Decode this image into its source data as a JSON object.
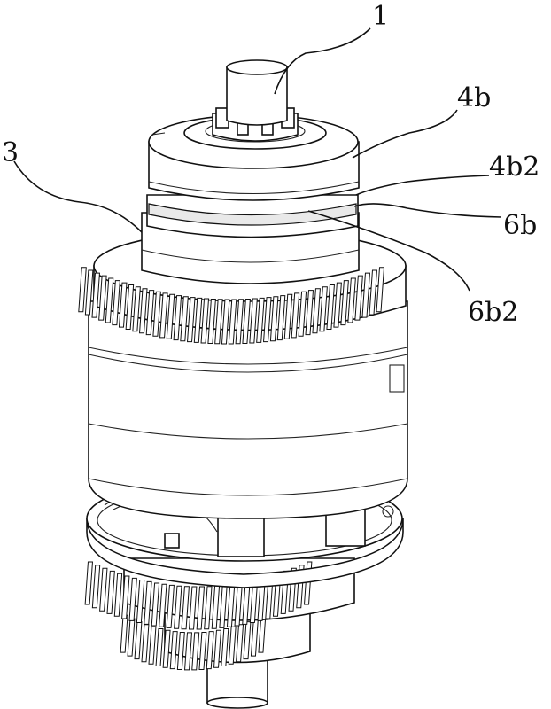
{
  "figure": {
    "callouts": [
      {
        "id": "label-1",
        "text": "1"
      },
      {
        "id": "label-4b",
        "text": "4b"
      },
      {
        "id": "label-4b2",
        "text": "4b2"
      },
      {
        "id": "label-3",
        "text": "3"
      },
      {
        "id": "label-6b",
        "text": "6b"
      },
      {
        "id": "label-6b2",
        "text": "6b2"
      }
    ]
  }
}
